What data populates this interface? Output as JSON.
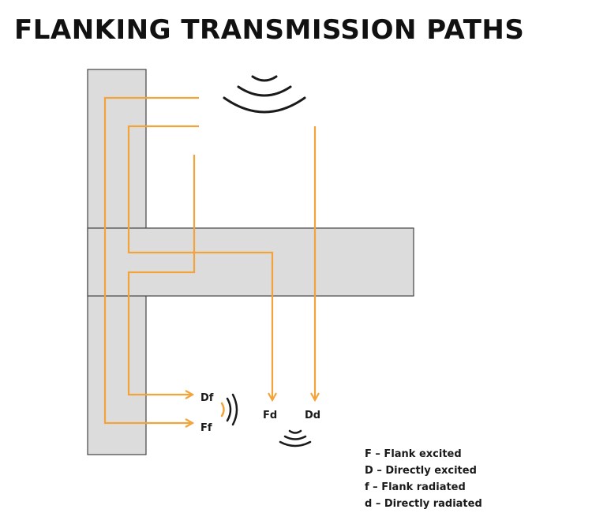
{
  "title": "FLANKING TRANSMISSION PATHS",
  "colors": {
    "path": "#f2a33a",
    "structure_fill": "#dcdcdd",
    "structure_stroke": "#444444",
    "sound_wave": "#1a1a1a",
    "text": "#1a1a1a"
  },
  "labels": {
    "df": "Df",
    "ff": "Ff",
    "fd": "Fd",
    "dd": "Dd"
  },
  "legend": [
    "F – Flank excited",
    "D – Directly excited",
    "f – Flank radiated",
    "d – Directly radiated"
  ]
}
